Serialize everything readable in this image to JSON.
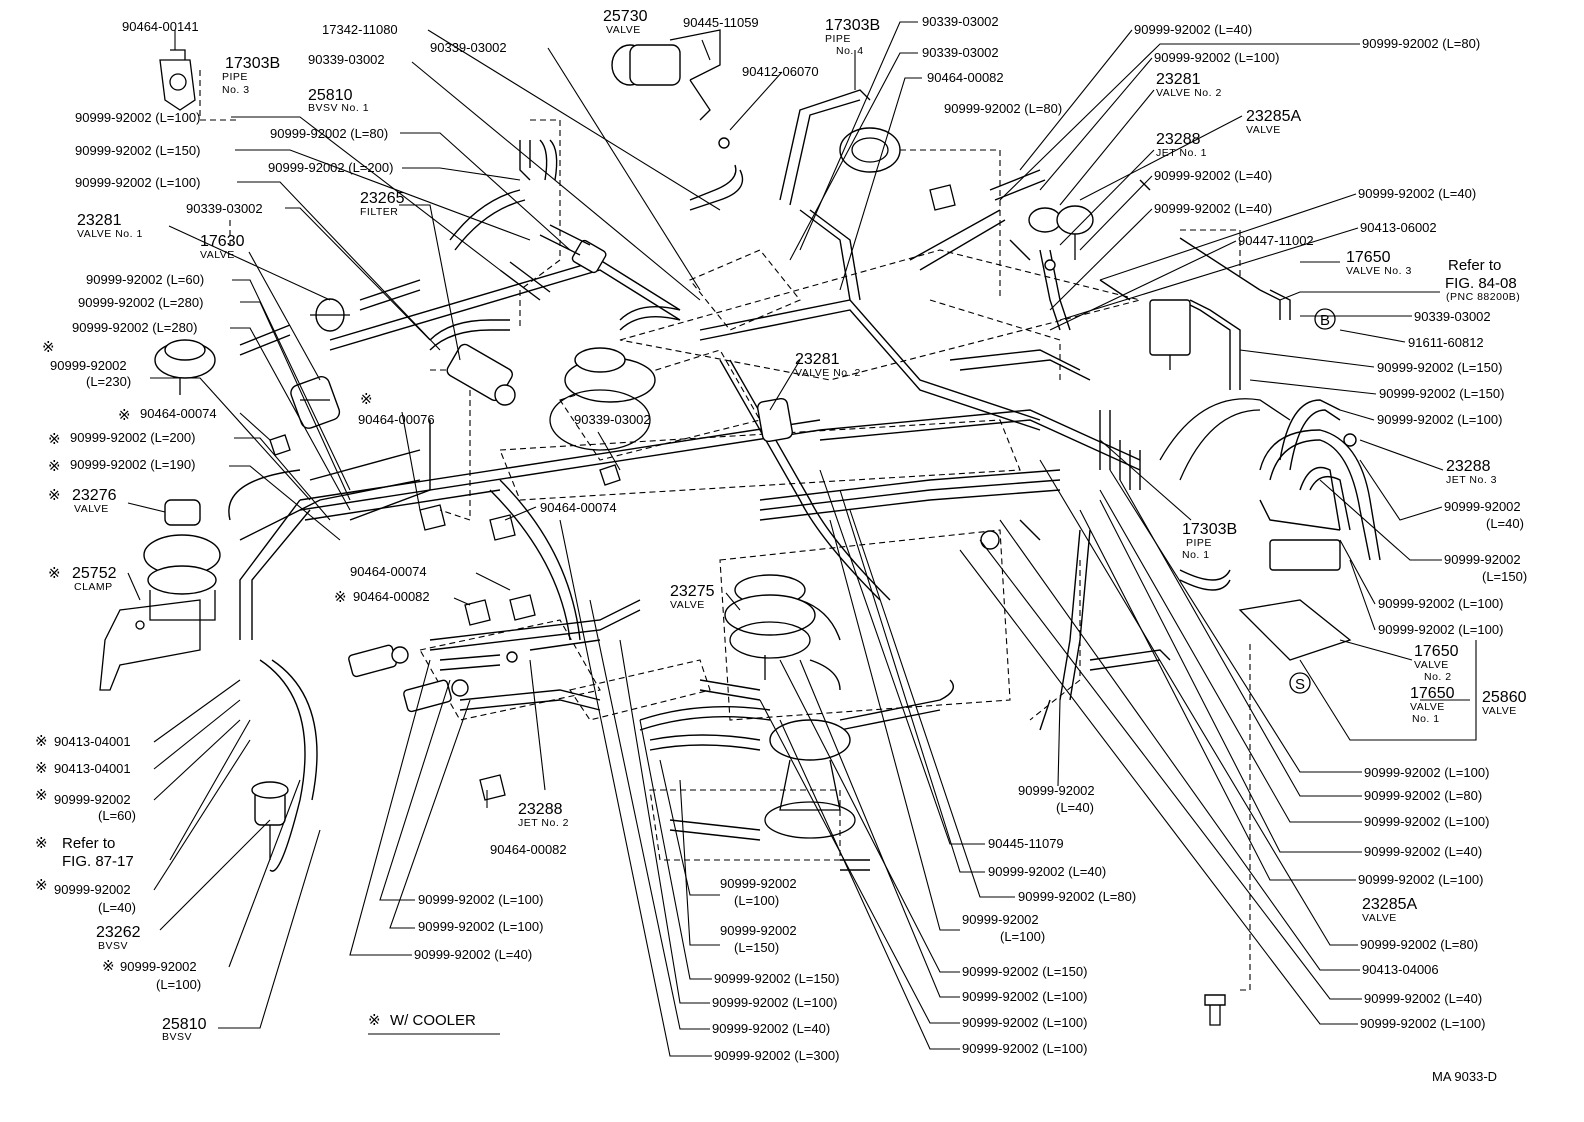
{
  "labels": {
    "p90464_00141": "90464-00141",
    "p17342_11080": "17342-11080",
    "p25730": "25730",
    "p25730_name": "VALVE",
    "p90445_11059": "90445-11059",
    "p17303B_pipe4": "17303B",
    "p17303B_pipe4_name": "PIPE",
    "p17303B_pipe4_no": "No. 4",
    "p90339_tr1": "90339-03002",
    "p90339_tr2": "90339-03002",
    "p90464_00082_top": "90464-00082",
    "p17303B_pipe3": "17303B",
    "p17303B_pipe3_name": "PIPE",
    "p17303B_pipe3_no": "No. 3",
    "p90339_tl1": "90339-03002",
    "p90339_tl2": "90339-03002",
    "p90412_06070": "90412-06070",
    "p25810_top": "25810",
    "p25810_top_name": "BVSV No. 1",
    "h_l100_1": "90999-92002 (L=100)",
    "h_l80_1": "90999-92002 (L=80)",
    "h_l150_1": "90999-92002 (L=150)",
    "h_l200_1": "90999-92002 (L=200)",
    "h_l100_2": "90999-92002 (L=100)",
    "p23265": "23265",
    "p23265_name": "FILTER",
    "p90339_left": "90339-03002",
    "p23281_v1": "23281",
    "p23281_v1_name": "VALVE No. 1",
    "p17630": "17630",
    "p17630_name": "VALVE",
    "h_l60_1": "90999-92002 (L=60)",
    "h_l280_1": "90999-92002 (L=280)",
    "h_l280_2": "90999-92002 (L=280)",
    "h_l230_a": "90999-92002",
    "h_l230_b": "(L=230)",
    "p90464_00074_a": "90464-00074",
    "h_l200_2": "90999-92002 (L=200)",
    "h_l190": "90999-92002 (L=190)",
    "p23276": "23276",
    "p23276_name": "VALVE",
    "p25752": "25752",
    "p25752_name": "CLAMP",
    "p90464_00076": "90464-00076",
    "p90339_mid": "90339-03002",
    "p90464_00074_b": "90464-00074",
    "p90464_00074_c": "90464-00074",
    "p90464_00082_mid": "90464-00082",
    "p23281_v2": "23281",
    "p23281_v2_name": "VALVE No. 2",
    "p23275": "23275",
    "p23275_name": "VALVE",
    "p90413_04001_a": "90413-04001",
    "p90413_04001_b": "90413-04001",
    "h_l60_2a": "90999-92002",
    "h_l60_2b": "(L=60)",
    "refer87_a": "Refer to",
    "refer87_b": "FIG. 87-17",
    "h_l40_1a": "90999-92002",
    "h_l40_1b": "(L=40)",
    "p23262": "23262",
    "p23262_name": "BVSV",
    "h_l100_3a": "90999-92002",
    "h_l100_3b": "(L=100)",
    "p25810_bot": "25810",
    "p25810_bot_name": "BVSV",
    "w_cooler": "W/ COOLER",
    "p23288_jet2": "23288",
    "p23288_jet2_name": "JET No. 2",
    "p90464_00082_bot": "90464-00082",
    "hb_l100_1": "90999-92002 (L=100)",
    "hb_l100_2": "90999-92002 (L=100)",
    "hb_l40": "90999-92002 (L=40)",
    "hc_l100a": "90999-92002",
    "hc_l100b": "(L=100)",
    "hc_l150a": "90999-92002",
    "hc_l150b": "(L=150)",
    "hc_l150": "90999-92002 (L=150)",
    "hc_l100": "90999-92002 (L=100)",
    "hc_l40": "90999-92002 (L=40)",
    "hc_l300": "90999-92002 (L=300)",
    "p90445_11079": "90445-11079",
    "hd_l40": "90999-92002 (L=40)",
    "hd_l80": "90999-92002 (L=80)",
    "hd_l100a": "90999-92002",
    "hd_l100b": "(L=100)",
    "hd_l150": "90999-92002 (L=150)",
    "hd_l100_1": "90999-92002 (L=100)",
    "hd_l100_2": "90999-92002 (L=100)",
    "hd_l100_3": "90999-92002 (L=100)",
    "he_l40a": "90999-92002",
    "he_l40b": "(L=40)",
    "r_l40_top": "90999-92002 (L=40)",
    "r_l80_top": "90999-92002 (L=80)",
    "r_l100_top": "90999-92002 (L=100)",
    "p23281_v2r": "23281",
    "p23281_v2r_name": "VALVE No. 2",
    "p23285A_top": "23285A",
    "p23285A_top_name": "VALVE",
    "p23288_jet1": "23288",
    "p23288_jet1_name": "JET No. 1",
    "r_l40_a": "90999-92002 (L=40)",
    "r_l40_b": "90999-92002 (L=40)",
    "r_l40_c": "90999-92002 (L=40)",
    "r_l80_mid": "90999-92002 (L=80)",
    "p90413_06002": "90413-06002",
    "p90447_11002": "90447-11002",
    "p17650_v3": "17650",
    "p17650_v3_name": "VALVE No. 3",
    "refer84_a": "Refer to",
    "refer84_b": "FIG. 84-08",
    "refer84_c": "(PNC 88200B)",
    "p90339_r": "90339-03002",
    "p91611_60812": "91611-60812",
    "mark_B": "B",
    "r_l150_1": "90999-92002 (L=150)",
    "r_l150_2": "90999-92002 (L=150)",
    "r_l100_1": "90999-92002 (L=100)",
    "p23288_jet3": "23288",
    "p23288_jet3_name": "JET No. 3",
    "r_l40_2a": "90999-92002",
    "r_l40_2b": "(L=40)",
    "p17303B_pipe1": "17303B",
    "p17303B_pipe1_name": "PIPE",
    "p17303B_pipe1_no": "No. 1",
    "r_l150_3a": "90999-92002",
    "r_l150_3b": "(L=150)",
    "r_l100_2": "90999-92002 (L=100)",
    "r_l100_3": "90999-92002 (L=100)",
    "p17650_v2": "17650",
    "p17650_v2_name": "VALVE",
    "p17650_v2_no": "No. 2",
    "mark_S": "S",
    "p17650_v1": "17650",
    "p17650_v1_name": "VALVE",
    "p17650_v1_no": "No. 1",
    "p25860": "25860",
    "p25860_name": "VALVE",
    "rb_l100_1": "90999-92002 (L=100)",
    "rb_l80_1": "90999-92002 (L=80)",
    "rb_l100_2": "90999-92002 (L=100)",
    "rb_l40_1": "90999-92002 (L=40)",
    "rb_l100_3": "90999-92002 (L=100)",
    "p23285A_bot": "23285A",
    "p23285A_bot_name": "VALVE",
    "rb_l80_2": "90999-92002 (L=80)",
    "p90413_04006": "90413-04006",
    "rb_l40_2": "90999-92002 (L=40)",
    "rb_l100_4": "90999-92002 (L=100)",
    "drawing_code": "MA 9033-D",
    "mark_ast": "※"
  }
}
